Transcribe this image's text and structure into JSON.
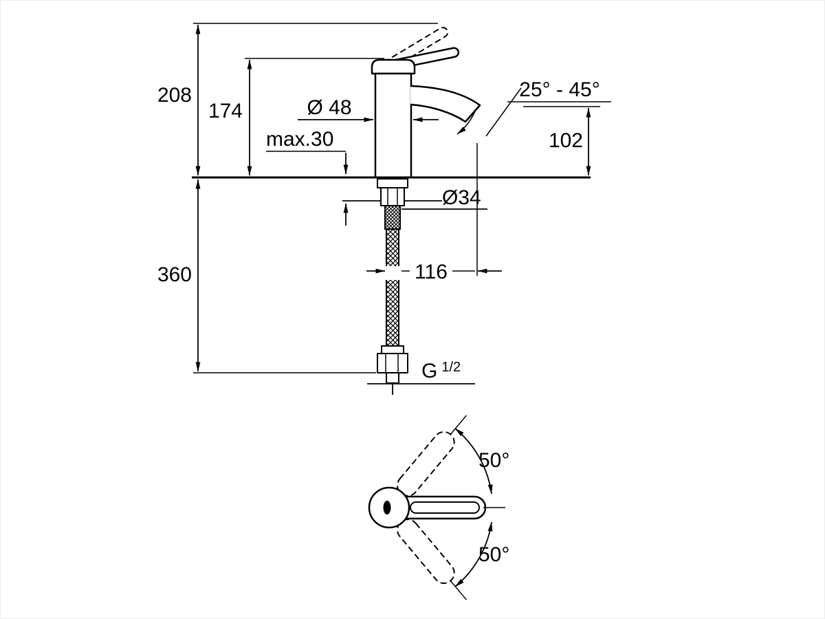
{
  "meta": {
    "background": "#ffffff",
    "ink": "#000000",
    "drawing_type": "faucet dimension drawing"
  },
  "side_view": {
    "labels": {
      "height_total": "208",
      "height_body": "174",
      "body_diameter": "Ø 48",
      "deck_thickness": "max.30",
      "spout_angle_range": "25° - 45°",
      "spout_height": "102",
      "hole_diameter": "Ø34",
      "hose_length": "360",
      "spout_projection": "116",
      "thread_prefix": "G",
      "thread_fraction": "1/2"
    }
  },
  "top_view": {
    "labels": {
      "swing_upper": "50°",
      "swing_lower": "50°"
    }
  }
}
